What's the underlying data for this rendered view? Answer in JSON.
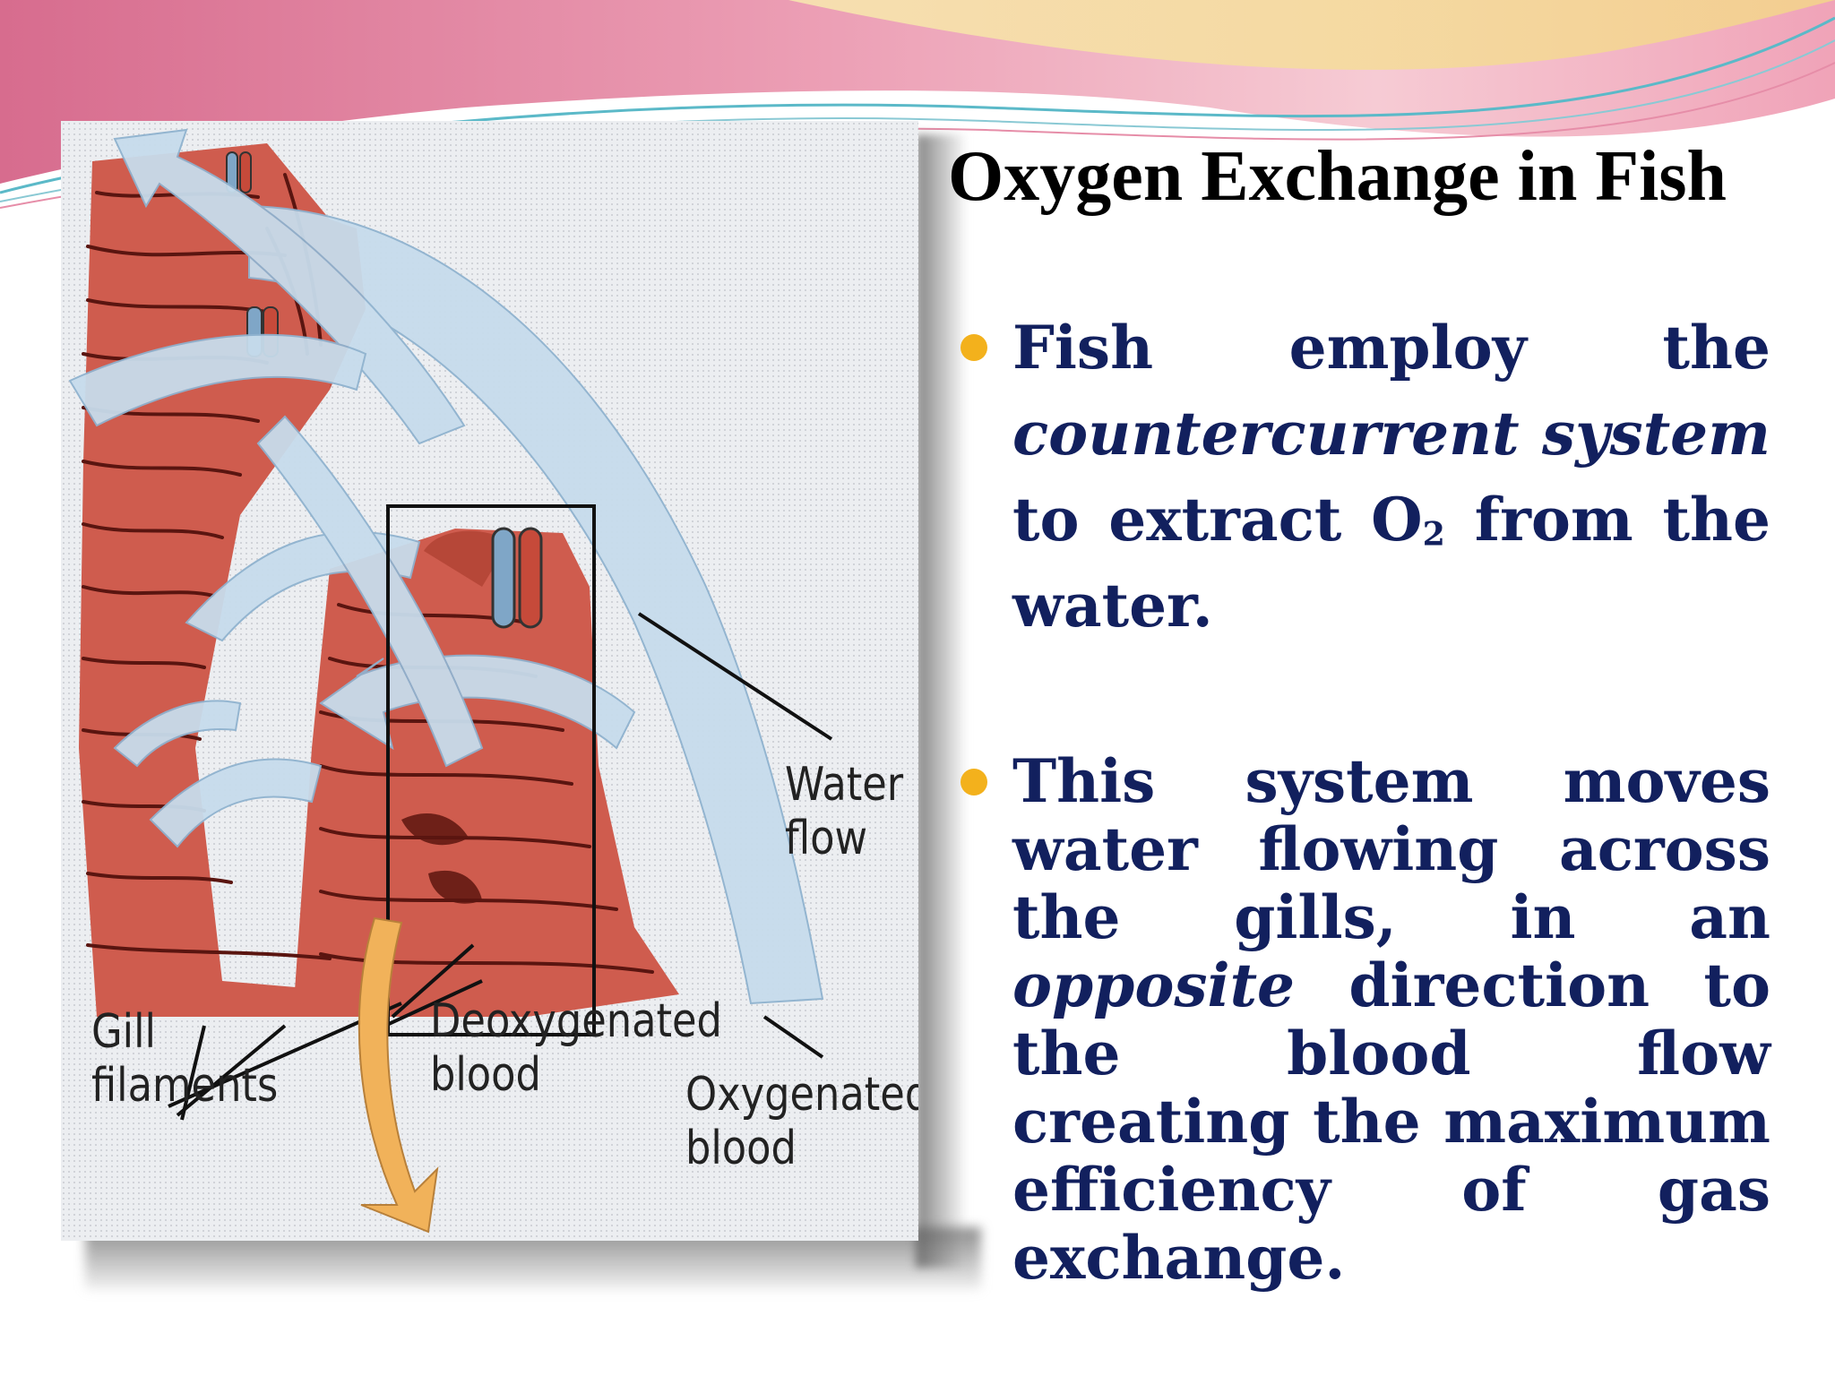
{
  "slide": {
    "title": "Oxygen Exchange in Fish",
    "bullets": [
      {
        "before": "Fish employ the ",
        "emphasis": "countercurrent system",
        "middle": " to extract O",
        "subscript": "2",
        "after": " from the water."
      },
      {
        "before": "This system moves water flowing across the gills, in an ",
        "emphasis": "opposite",
        "after": " direction to the blood flow creating the maximum efficiency of gas exchange."
      }
    ],
    "bullet_color": "#f3b11c",
    "text_color": "#12205e"
  },
  "figure": {
    "labels": {
      "water_flow": [
        "Water",
        "flow"
      ],
      "gill_filaments": [
        "Gill",
        "filaments"
      ],
      "deoxygenated_blood": [
        "Deoxygenated",
        "blood"
      ],
      "oxygenated_blood": [
        "Oxygenated",
        "blood"
      ]
    },
    "colors": {
      "tissue": "#cf5c4e",
      "tissue_line": "#5a1510",
      "water_arrow": "#c7dcec",
      "blood_arrow": "#f1b25a"
    }
  }
}
